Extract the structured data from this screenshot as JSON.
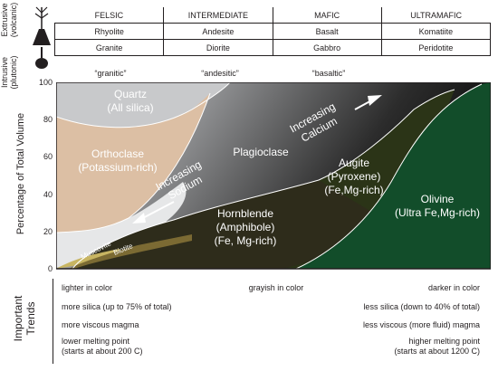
{
  "header": {
    "columns": [
      "FELSIC",
      "INTERMEDIATE",
      "MAFIC",
      "ULTRAMAFIC"
    ],
    "extrusive_label": "Extrusive\n(volcanic)",
    "intrusive_label": "Intrusive\n(plutonic)",
    "extrusive_rocks": [
      "Rhyolite",
      "Andesite",
      "Basalt",
      "Komatiite"
    ],
    "intrusive_rocks": [
      "Granite",
      "Diorite",
      "Gabbro",
      "Peridotite"
    ],
    "descriptors": [
      "“granitic”",
      "“andesitic”",
      "“basaltic”"
    ]
  },
  "chart": {
    "ylabel": "Percentage of Total Volume",
    "yticks": [
      "100",
      "80",
      "60",
      "40",
      "20",
      "0"
    ],
    "minerals": {
      "quartz": "Quartz\n(All silica)",
      "orthoclase": "Orthoclase\n(Potassium-rich)",
      "plagioclase": "Plagioclase",
      "hornblende": "Hornblende\n(Amphibole)\n(Fe, Mg-rich)",
      "augite": "Augite\n(Pyroxene)\n(Fe,Mg-rich)",
      "olivine": "Olivine\n(Ultra Fe,Mg-rich)",
      "muscovite": "Muscovite",
      "biotite": "Biotite"
    },
    "arrows": {
      "sodium": "Increasing\nSodium",
      "calcium": "Increasing\nCalcium"
    },
    "colors": {
      "quartz": "#c8c9cb",
      "orthoclase": "#dcbfa4",
      "olivine": "#124d2a",
      "augite": "#2b3417",
      "hornblende": "#2e2c1b",
      "muscovite": "#c8b562",
      "biotite": "#7b6a33"
    }
  },
  "trends": {
    "label": "Important\nTrends",
    "rows": [
      {
        "left": "lighter in color",
        "center": "grayish in color",
        "right": "darker in color"
      },
      {
        "left": "more silica (up to 75% of total)",
        "center": "",
        "right": "less silica (down to 40% of total)"
      },
      {
        "left": "more viscous magma",
        "center": "",
        "right": "less viscous (more fluid) magma"
      },
      {
        "left": "lower melting point\n(starts at about 200 C)",
        "center": "",
        "right": "higher melting point\n(starts at about 1200 C)"
      }
    ]
  }
}
